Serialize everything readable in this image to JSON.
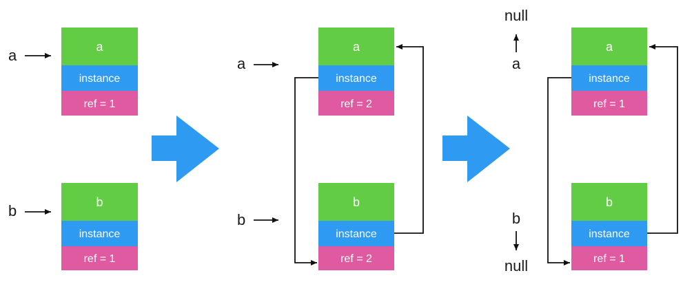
{
  "colors": {
    "name_box": "#62CC45",
    "instance_box": "#2E9AF2",
    "ref_box": "#E05AA1",
    "big_arrow": "#2E9AF2",
    "line": "#111111"
  },
  "panel1": {
    "var_a": "a",
    "var_b": "b",
    "obj_a": {
      "name": "a",
      "instance": "instance",
      "ref": "ref = 1"
    },
    "obj_b": {
      "name": "b",
      "instance": "instance",
      "ref": "ref = 1"
    }
  },
  "panel2": {
    "var_a": "a",
    "var_b": "b",
    "obj_a": {
      "name": "a",
      "instance": "instance",
      "ref": "ref = 2"
    },
    "obj_b": {
      "name": "b",
      "instance": "instance",
      "ref": "ref = 2"
    }
  },
  "panel3": {
    "var_a": "a",
    "var_b": "b",
    "null_top": "null",
    "null_bottom": "null",
    "obj_a": {
      "name": "a",
      "instance": "instance",
      "ref": "ref = 1"
    },
    "obj_b": {
      "name": "b",
      "instance": "instance",
      "ref": "ref = 1"
    }
  }
}
